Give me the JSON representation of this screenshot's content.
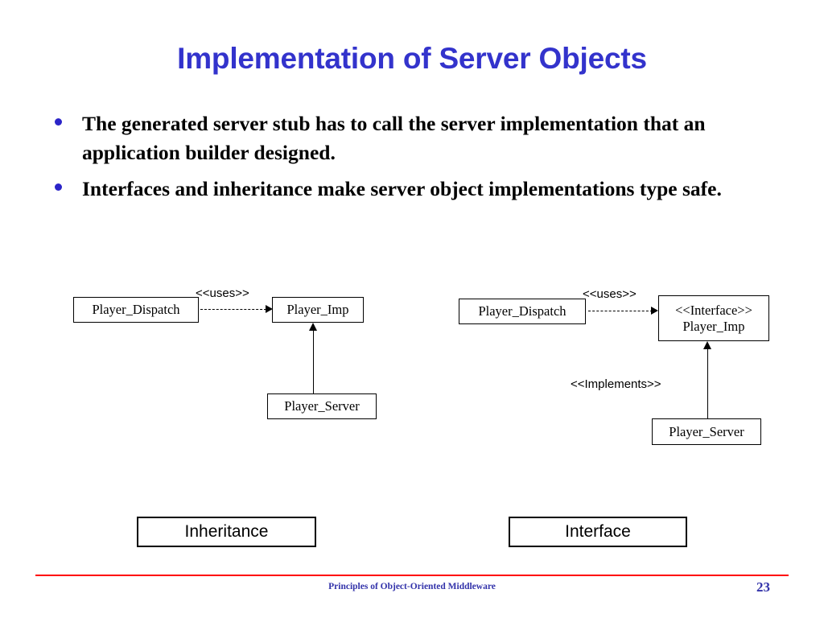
{
  "slide": {
    "title": "Implementation of Server Objects",
    "bullets": [
      "The generated server stub has to call the server implementation that an application builder designed.",
      "Interfaces and inheritance make server object implementations type safe."
    ],
    "title_color": "#3333cc",
    "bullet_color": "#2b24c8"
  },
  "diagrams": {
    "inheritance": {
      "caption": "Inheritance",
      "dispatch_box": "Player_Dispatch",
      "uses_label": "<<uses>>",
      "imp_box": "Player_Imp",
      "server_box": "Player_Server"
    },
    "interface": {
      "caption": "Interface",
      "dispatch_box": "Player_Dispatch",
      "uses_label": "<<uses>>",
      "imp_stereotype": "<<Interface>>",
      "imp_box": "Player_Imp",
      "implements_label": "<<Implements>>",
      "server_box": "Player_Server"
    }
  },
  "footer": {
    "text": "Principles of Object-Oriented Middleware",
    "page": "23",
    "rule_color": "#ff0000",
    "text_color": "#3333aa"
  }
}
